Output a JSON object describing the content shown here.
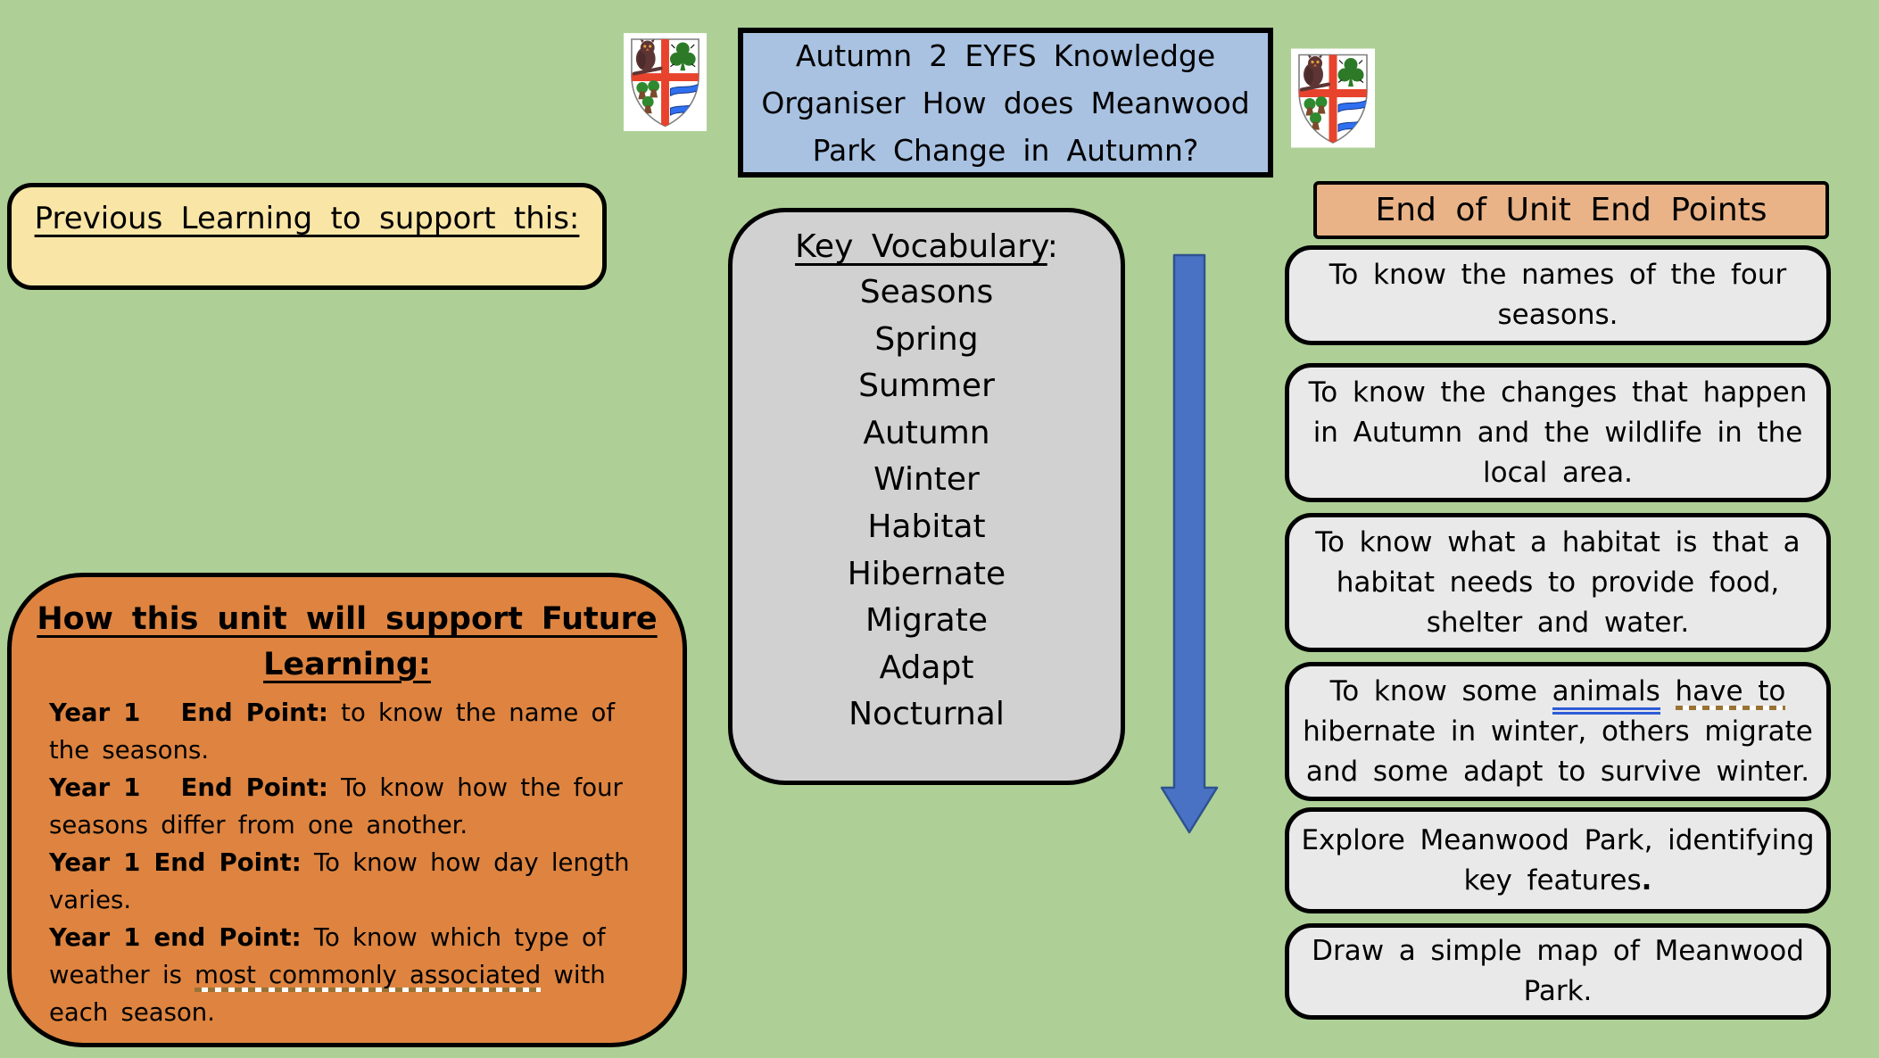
{
  "colors": {
    "background": "#aed096",
    "title_fill": "#a9c2e2",
    "yellow_fill": "#f9e6a6",
    "orange_fill": "#de8440",
    "grey_fill": "#d1d1d1",
    "light_grey_fill": "#e9e9e9",
    "header_fill": "#e9b387",
    "arrow_fill": "#4a72c4",
    "arrow_stroke": "#2f528f",
    "border": "#000000"
  },
  "title": {
    "text": "Autumn 2 EYFS Knowledge\nOrganiser How does Meanwood\nPark Change in Autumn?"
  },
  "crest": {
    "name": "school crest",
    "colors": {
      "field": "#ffffff",
      "outline": "#7f7f7f",
      "cross": "#e8432c",
      "owl": "#5d3535",
      "clover": "#2c7a28",
      "tree": "#2f8a2f",
      "trunk": "#7a4a2a",
      "water": "#2f6ff0"
    }
  },
  "previous_learning": {
    "title": "Previous Learning to support this:"
  },
  "key_vocabulary": {
    "title": "Key Vocabulary",
    "colon": ":",
    "words": [
      "Seasons",
      "Spring",
      "Summer",
      "Autumn",
      "Winter",
      "Habitat",
      "Hibernate",
      "Migrate",
      "Adapt",
      "Nocturnal"
    ]
  },
  "future_learning": {
    "title": "How this unit will support Future\nLearning:",
    "items": [
      {
        "label": "Year 1   End Point:",
        "parts": [
          {
            "t": " to know the name of\nthe seasons."
          }
        ]
      },
      {
        "label": "Year 1   End Point:",
        "parts": [
          {
            "t": " To know how the four\nseasons differ from one another."
          }
        ]
      },
      {
        "label": "Year 1 End Point:",
        "parts": [
          {
            "t": " To know how day length\nvaries."
          }
        ]
      },
      {
        "label": "Year 1 end Point:",
        "parts": [
          {
            "t": " To know which type of\nweather is "
          },
          {
            "t": "most commonly associated",
            "u": "spell"
          },
          {
            "t": " with\neach season."
          }
        ]
      }
    ]
  },
  "end_points": {
    "header": "End of Unit End Points",
    "boxes": [
      {
        "parts": [
          {
            "t": "To know the names of the four\nseasons."
          }
        ]
      },
      {
        "parts": [
          {
            "t": "To know the changes that happen\nin Autumn and the wildlife in the\nlocal area."
          }
        ]
      },
      {
        "parts": [
          {
            "t": "To know what a habitat is that a\nhabitat needs to provide food,\nshelter and water."
          }
        ]
      },
      {
        "parts": [
          {
            "t": "To know some "
          },
          {
            "t": "animals",
            "u": "grammar"
          },
          {
            "t": " "
          },
          {
            "t": "have to",
            "u": "spell"
          },
          {
            "t": "\nhibernate in winter, others migrate\nand some adapt to survive winter."
          }
        ]
      },
      {
        "parts": [
          {
            "t": "Explore Meanwood Park, identifying\nkey features"
          },
          {
            "t": ".",
            "b": true
          }
        ]
      },
      {
        "parts": [
          {
            "t": "Draw a simple map of Meanwood\nPark."
          }
        ]
      }
    ]
  },
  "arrow": {
    "name": "down arrow"
  }
}
